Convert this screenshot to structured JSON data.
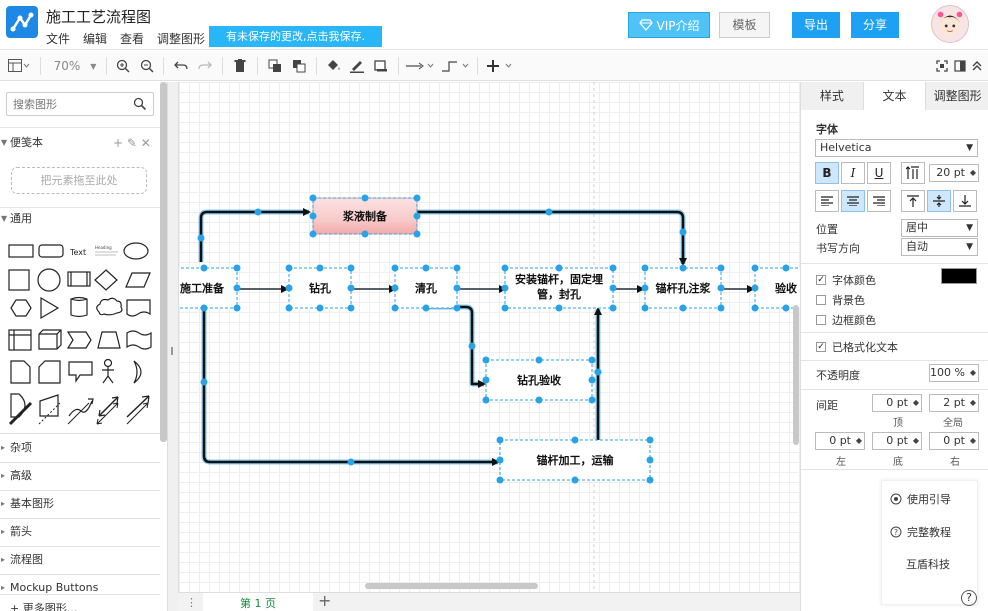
{
  "header": {
    "app_title": "施工工艺流程图",
    "menu": [
      "文件",
      "编辑",
      "查看",
      "调整图形"
    ],
    "unsaved_notice": "有未保存的更改,点击我保存.",
    "vip_label": "VIP介绍",
    "template_label": "模板",
    "export_label": "导出",
    "share_label": "分享"
  },
  "toolbar": {
    "zoom": "70%"
  },
  "sidebar": {
    "search_placeholder": "搜索图形",
    "scratchpad_title": "便笺本",
    "dropzone_text": "把元素拖至此处",
    "general_title": "通用",
    "shape_text_label": "Text",
    "shape_heading_label": "Heading",
    "sections": [
      "杂项",
      "高级",
      "基本图形",
      "箭头",
      "流程图",
      "Mockup Buttons"
    ],
    "more_shapes": "+ 更多图形..."
  },
  "canvas": {
    "nodes": [
      {
        "id": "prep",
        "label": "施工准备"
      },
      {
        "id": "slurry",
        "label": "浆液制备"
      },
      {
        "id": "drill",
        "label": "钻孔"
      },
      {
        "id": "clear",
        "label": "清孔"
      },
      {
        "id": "install_l1",
        "label": "安装锚杆，固定埋"
      },
      {
        "id": "install_l2",
        "label": "管，封孔"
      },
      {
        "id": "grout",
        "label": "锚杆孔注浆"
      },
      {
        "id": "check",
        "label": "验收"
      },
      {
        "id": "inspect",
        "label": "钻孔验收"
      },
      {
        "id": "process",
        "label": "锚杆加工，运输"
      }
    ]
  },
  "footer": {
    "page_tab": "第 1 页"
  },
  "rpanel": {
    "tabs": [
      "样式",
      "文本",
      "调整图形"
    ],
    "font_label": "字体",
    "font_family": "Helvetica",
    "font_size": "20 pt",
    "bold": "B",
    "italic": "I",
    "underline": "U",
    "position_label": "位置",
    "position_value": "居中",
    "direction_label": "书写方向",
    "direction_value": "自动",
    "font_color_label": "字体颜色",
    "bg_color_label": "背景色",
    "border_color_label": "边框颜色",
    "formatted_label": "已格式化文本",
    "opacity_label": "不透明度",
    "opacity_value": "100 %",
    "spacing_label": "间距",
    "top_value": "0 pt",
    "global_value": "2 pt",
    "top_label": "顶",
    "global_label": "全局",
    "left_value": "0 pt",
    "bottom_value": "0 pt",
    "right_value": "0 pt",
    "left_label": "左",
    "bottom_label": "底",
    "right_label": "右",
    "help_guide": "使用引导",
    "help_tutorial": "完整教程",
    "help_company": "互盾科技",
    "help_icon": "?"
  },
  "colors": {
    "accent": "#1ea1f2",
    "selection": "#29a3e6",
    "slurry_fill": "#f8d0d0"
  }
}
